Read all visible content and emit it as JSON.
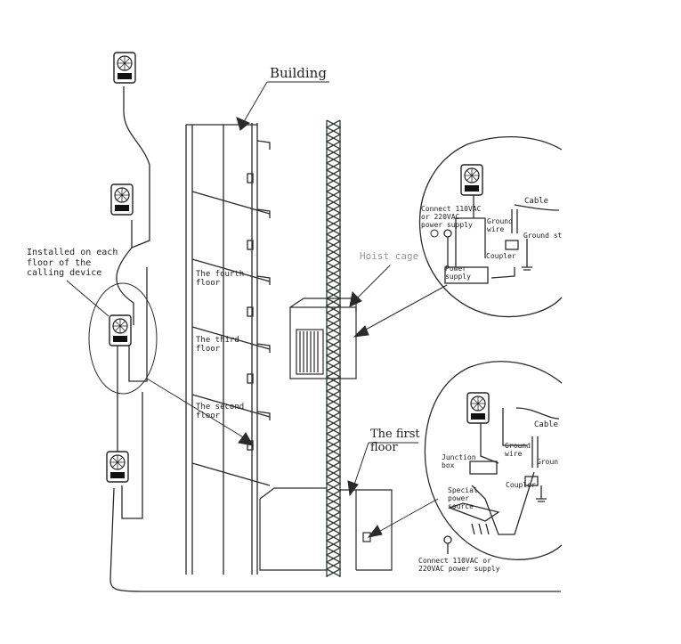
{
  "labels": {
    "building": "Building",
    "installed": "Installed on each\nfloor of the\ncalling device",
    "fourth_floor": "The fourth\nfloor",
    "third_floor": "The third\nfloor",
    "second_floor": "The second\nfloor",
    "hoist_cage": "Hoist cage",
    "first_floor": "The first\nfloor"
  },
  "detail_top": {
    "connect": "Connect 110VAC\nor 220VAC\npower supply",
    "cable": "Cable",
    "ground_wire": "Ground\nwire",
    "ground_stake": "Ground st",
    "power_supply": "Power\nsupply",
    "coupler": "Coupler"
  },
  "detail_bottom": {
    "cable": "Cable",
    "ground_wire": "Ground\nwire",
    "ground": "Groun",
    "junction_box": "Junction\nbox",
    "coupler": "Coupler",
    "special_power_source": "Special\npower\nsource",
    "connect": "Connect 110VAC or\n220VAC power supply"
  },
  "colors": {
    "line": "#2a2a2a",
    "tower": "#2f3d36",
    "label_muted": "#9a9a9a"
  },
  "icons": [
    "calling-device-icon",
    "power-plug-icon"
  ]
}
